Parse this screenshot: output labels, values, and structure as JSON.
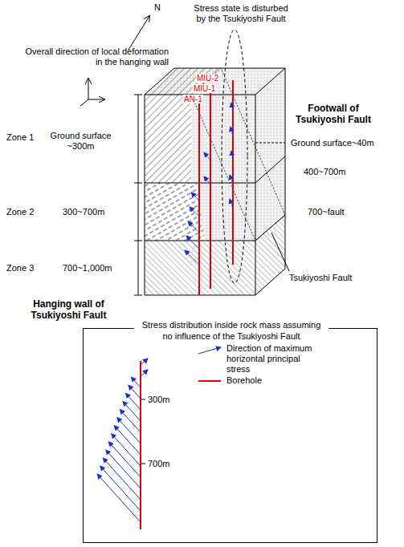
{
  "diagram": {
    "nodes": [
      {
        "text": [
          "Stress distribution inside rock mass assuming no influence of the Tsukiyoshi Fault"
        ]
      }
    ],
    "labels": [
      "N",
      "Stress state is disturbed by the Tsukiyoshi Fault",
      "Overall direction of local deformation in the hanging wall",
      "Footwall of Tsukiyoshi Fault",
      "MIU-2",
      "MIU-1",
      "AN-1",
      "Ground surface~40m",
      "Zone 1",
      "Ground surface ~300m",
      "400~700m",
      "Zone 2",
      "300~700m",
      "700~fault",
      "Zone 3",
      "700~1,000m",
      "Hanging wall of Tsukiyoshi Fault",
      "Tsukiyoshi Fault",
      "300m",
      "700m"
    ],
    "legend": [
      {
        "text": "Direction of maximum horizontal principal stress"
      },
      {
        "text": "Borehole"
      }
    ]
  }
}
